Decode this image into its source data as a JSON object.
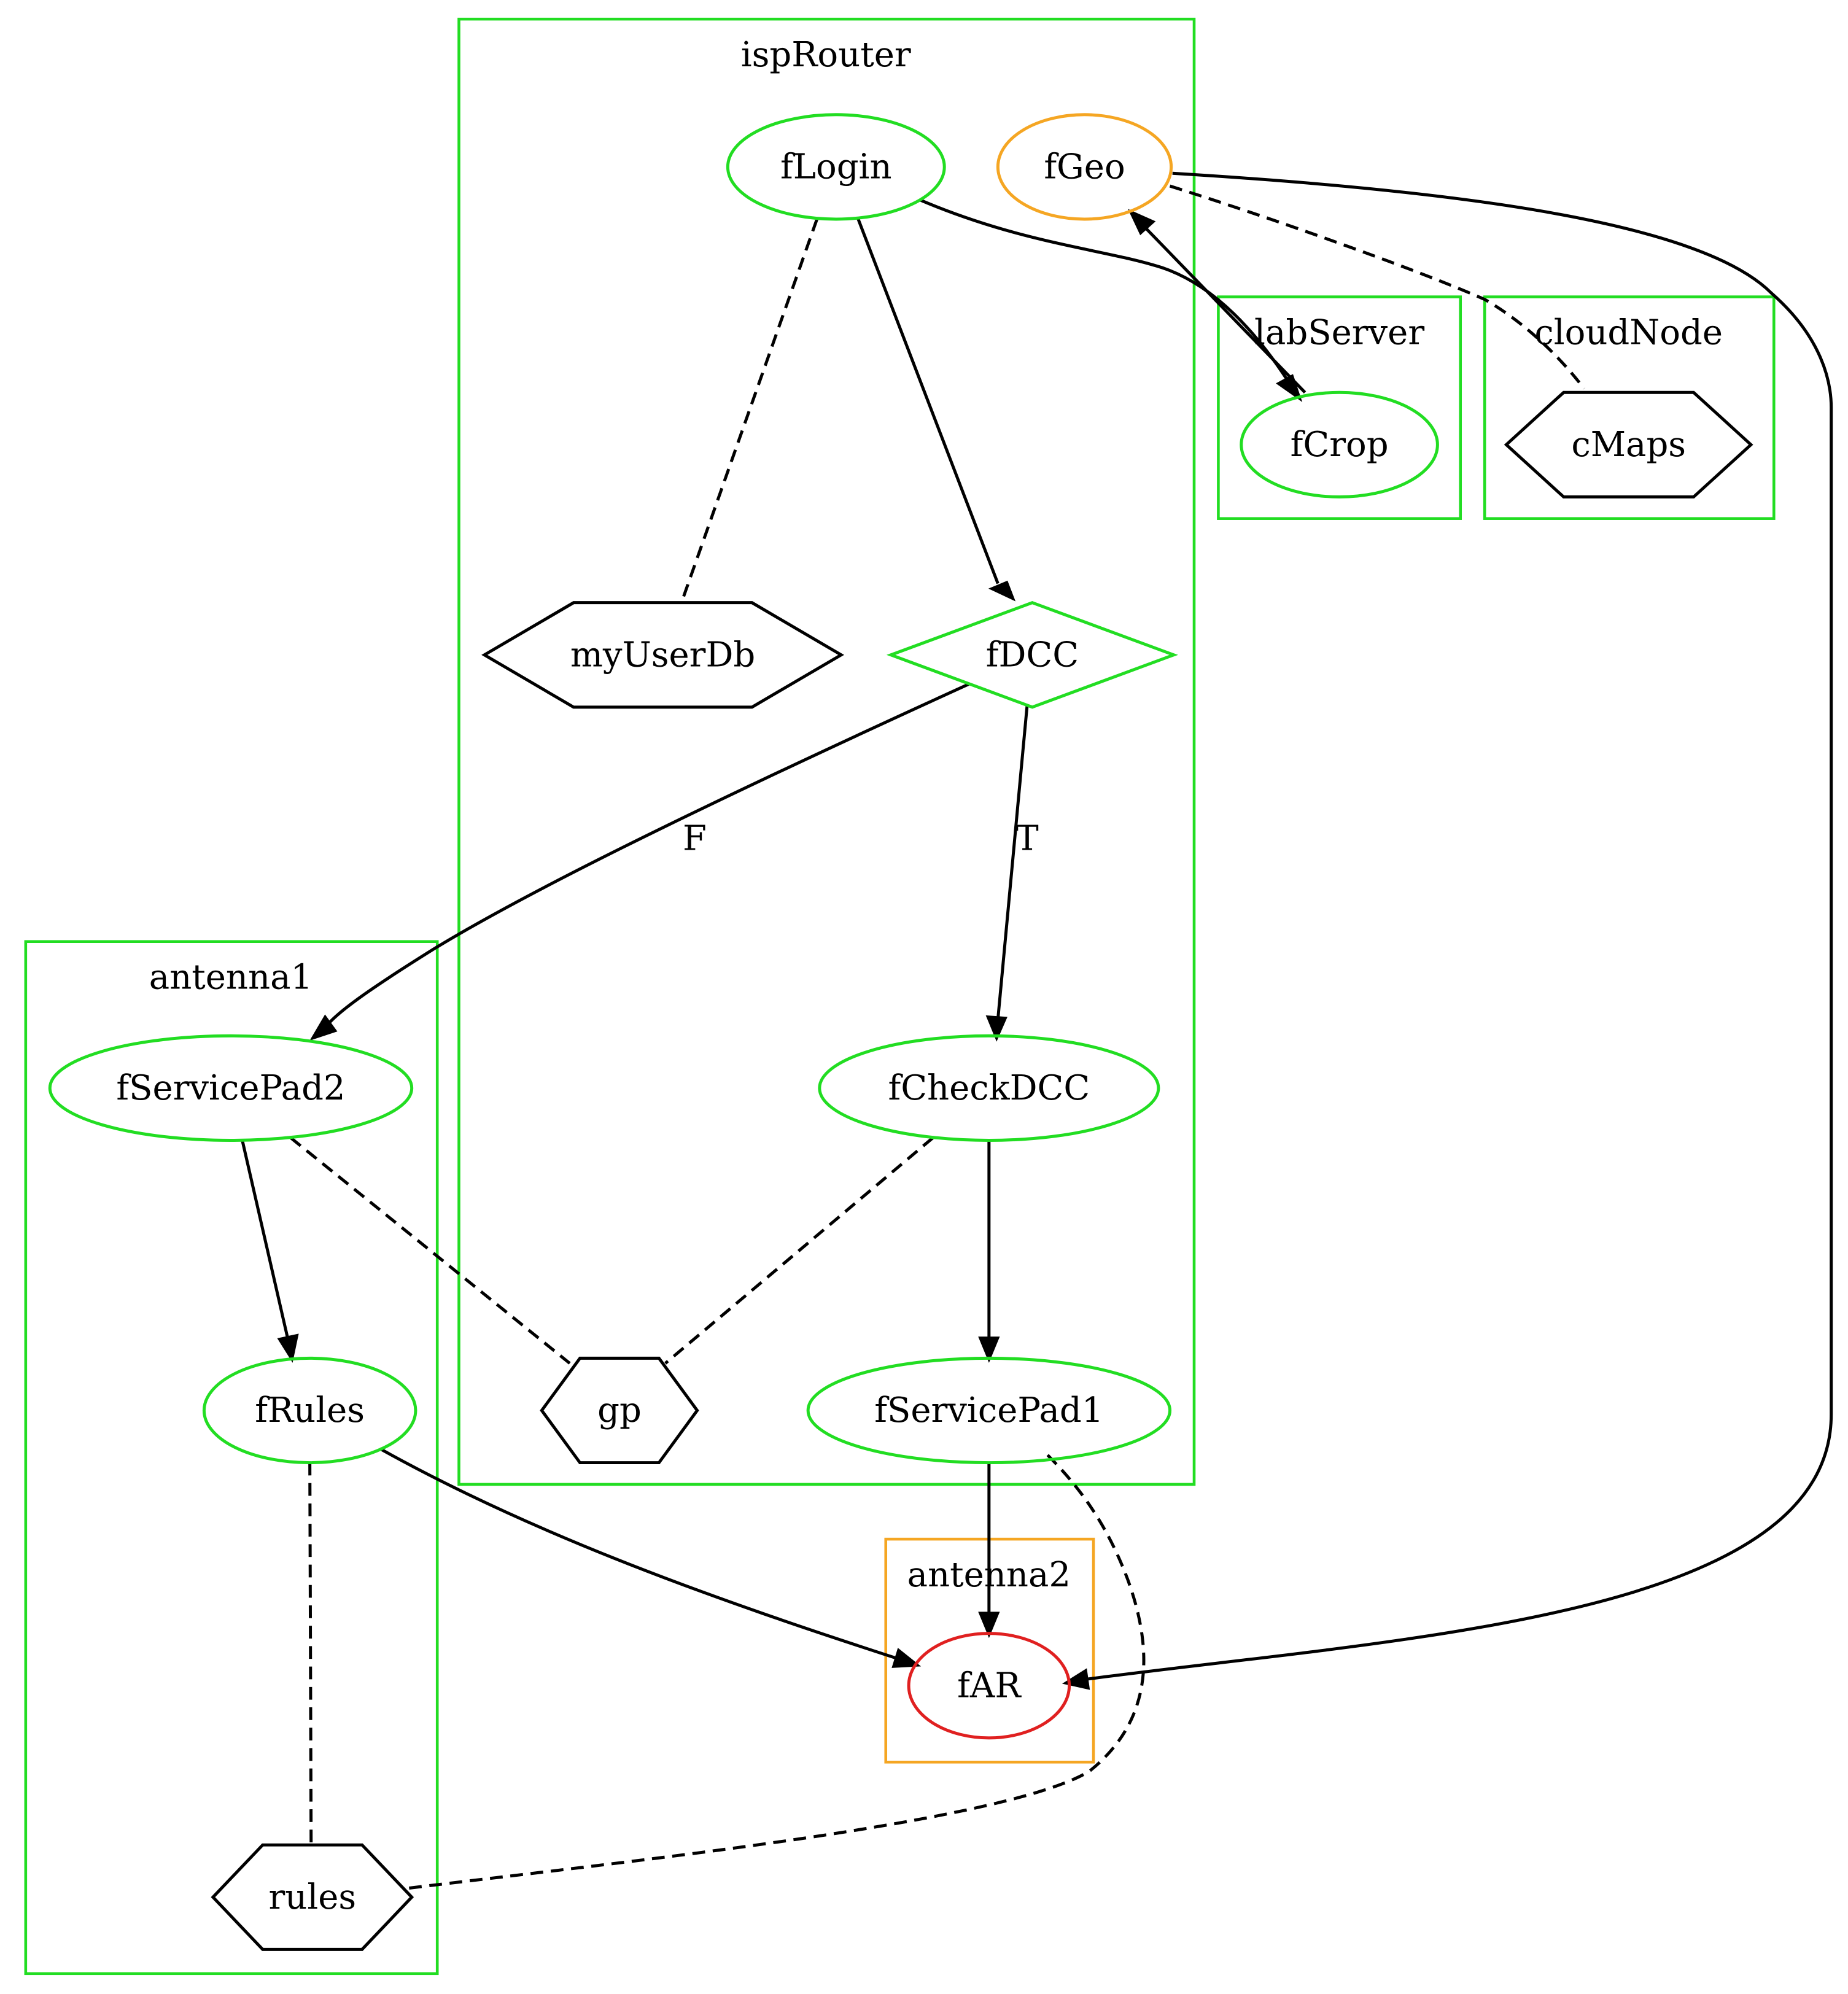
{
  "colors": {
    "green": "#22dd22",
    "orange": "#f5a623",
    "red": "#e02020",
    "black": "#000000"
  },
  "clusters": {
    "ispRouter": {
      "label": "ispRouter",
      "color": "#22dd22"
    },
    "labServer": {
      "label": "labServer",
      "color": "#22dd22"
    },
    "cloudNode": {
      "label": "cloudNode",
      "color": "#22dd22"
    },
    "antenna1": {
      "label": "antenna1",
      "color": "#22dd22"
    },
    "antenna2": {
      "label": "antenna2",
      "color": "#f5a623"
    }
  },
  "nodes": {
    "fLogin": {
      "label": "fLogin",
      "color": "#22dd22"
    },
    "fGeo": {
      "label": "fGeo",
      "color": "#f5a623"
    },
    "fCrop": {
      "label": "fCrop",
      "color": "#22dd22"
    },
    "cMaps": {
      "label": "cMaps",
      "color": "#000000"
    },
    "myUserDb": {
      "label": "myUserDb",
      "color": "#000000"
    },
    "fDCC": {
      "label": "fDCC",
      "color": "#22dd22"
    },
    "fServicePad2": {
      "label": "fServicePad2",
      "color": "#22dd22"
    },
    "fCheckDCC": {
      "label": "fCheckDCC",
      "color": "#22dd22"
    },
    "fRules": {
      "label": "fRules",
      "color": "#22dd22"
    },
    "gp": {
      "label": "gp",
      "color": "#000000"
    },
    "fServicePad1": {
      "label": "fServicePad1",
      "color": "#22dd22"
    },
    "fAR": {
      "label": "fAR",
      "color": "#e02020"
    },
    "rules": {
      "label": "rules",
      "color": "#000000"
    }
  },
  "edge_labels": {
    "false_branch": "F",
    "true_branch": "T"
  }
}
